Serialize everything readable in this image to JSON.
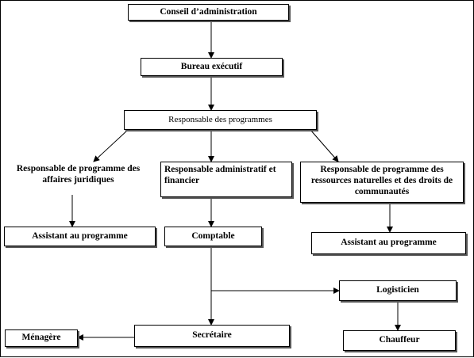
{
  "nodes": {
    "board": "Conseil d’administration",
    "exec": "Bureau exécutif",
    "programs": "Responsable des programmes",
    "legal": "Responsable de programme des affaires juridiques",
    "admin": "Responsable administratif et financier",
    "resources": "Responsable de programme des ressources naturelles et des droits de communautés",
    "assistant1": "Assistant au programme",
    "accountant": "Comptable",
    "assistant2": "Assistant au programme",
    "logistician": "Logisticien",
    "secretary": "Secrétaire",
    "housekeeper": "Ménagère",
    "driver": "Chauffeur"
  }
}
